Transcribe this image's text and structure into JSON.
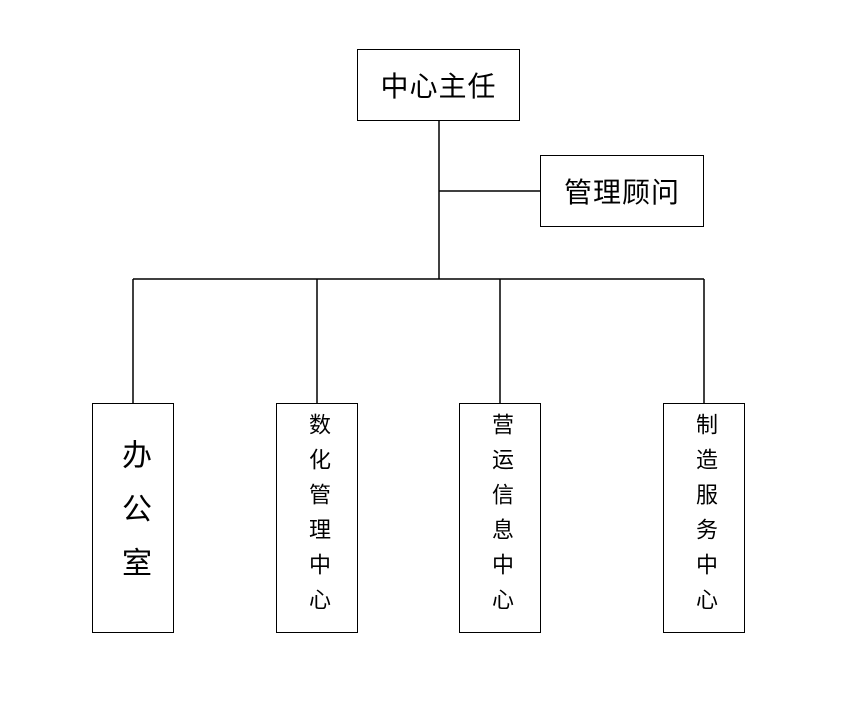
{
  "chart": {
    "root": {
      "label": "中心主任"
    },
    "advisor": {
      "label": "管理顾问"
    },
    "departments": [
      {
        "label": "办公室"
      },
      {
        "label": "数化管理中心"
      },
      {
        "label": "营运信息中心"
      },
      {
        "label": "制造服务中心"
      }
    ],
    "line_color": "#000000",
    "box_border_color": "#000000",
    "background_color": "#ffffff"
  }
}
